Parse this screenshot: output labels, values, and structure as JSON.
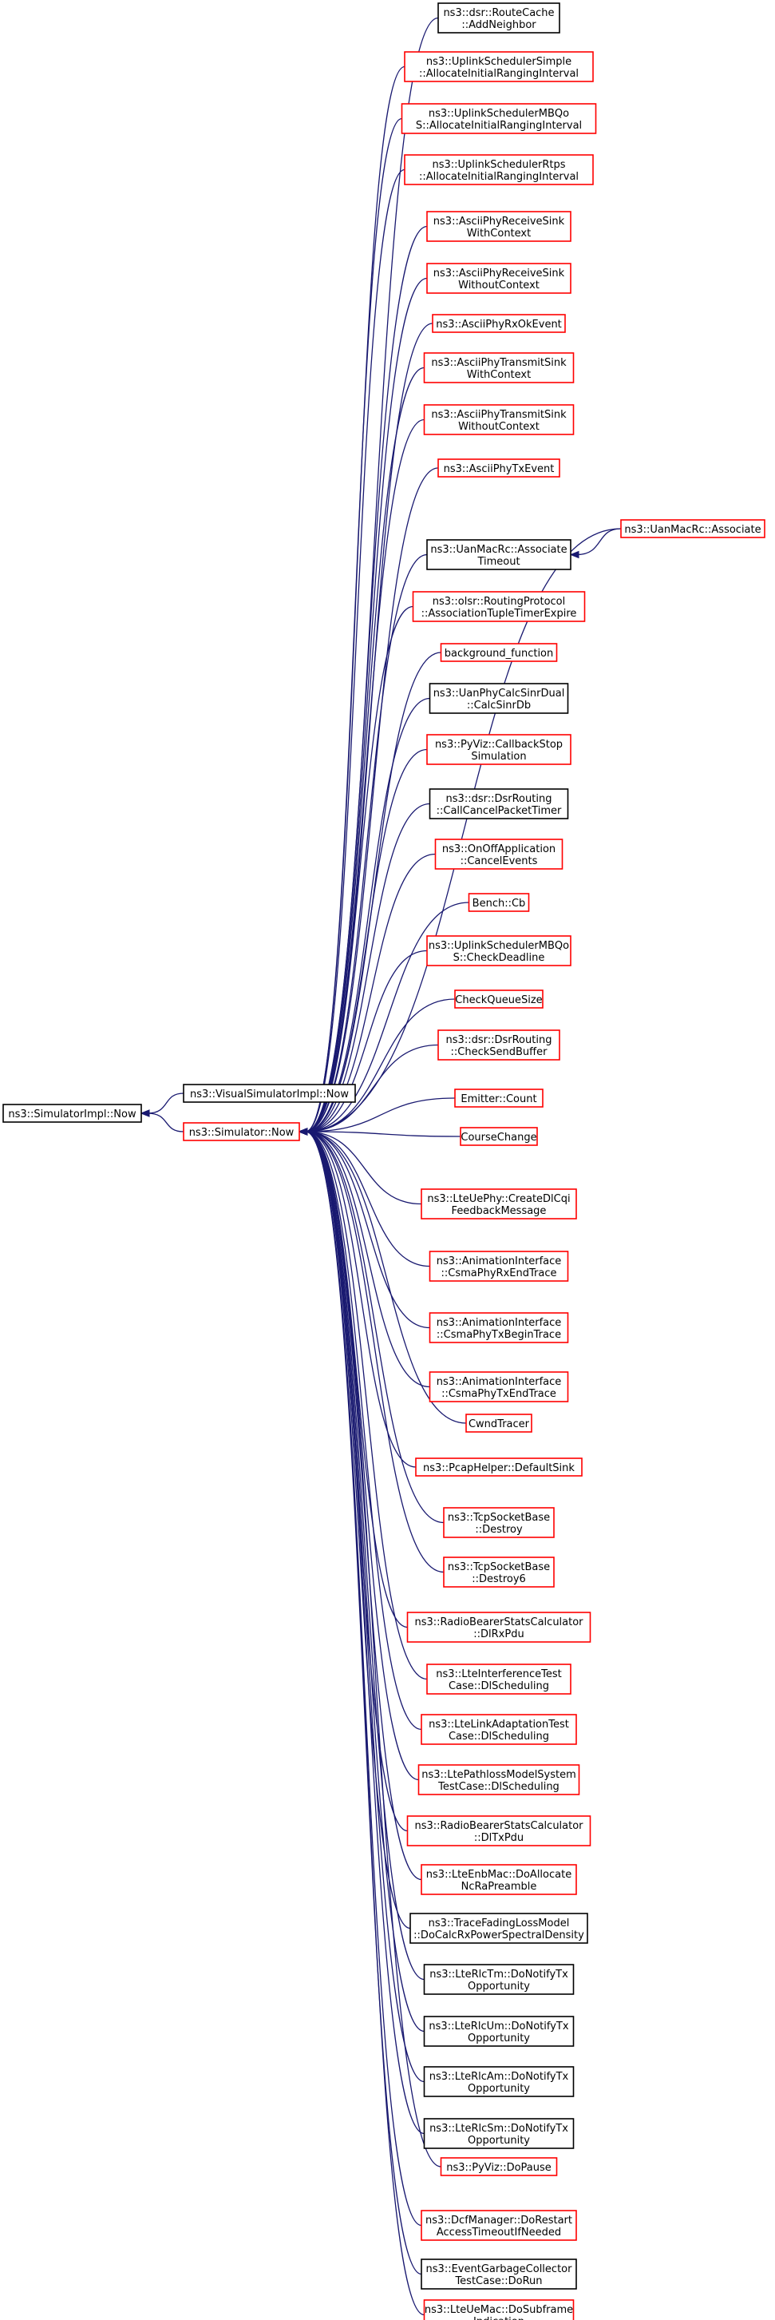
{
  "colors": {
    "edge": "#191970",
    "border_default": "#000000",
    "border_truncated": "#ff0000",
    "root_fill": "#bfbfbf"
  },
  "graph": {
    "root": {
      "id": "root",
      "lines": [
        "ns3::SimulatorImpl::Now"
      ],
      "style": "root"
    },
    "mid": [
      {
        "id": "vsim_now",
        "lines": [
          "ns3::VisualSimulatorImpl::Now"
        ],
        "style": "default"
      },
      {
        "id": "sim_now",
        "lines": [
          "ns3::Simulator::Now"
        ],
        "style": "truncated"
      }
    ],
    "callers": [
      {
        "id": "n0",
        "lines": [
          "ns3::dsr::RouteCache",
          "::AddNeighbor"
        ],
        "style": "default"
      },
      {
        "id": "n1",
        "lines": [
          "ns3::UplinkSchedulerSimple",
          "::AllocateInitialRangingInterval"
        ],
        "style": "truncated"
      },
      {
        "id": "n2",
        "lines": [
          "ns3::UplinkSchedulerMBQo",
          "S::AllocateInitialRangingInterval"
        ],
        "style": "truncated"
      },
      {
        "id": "n3",
        "lines": [
          "ns3::UplinkSchedulerRtps",
          "::AllocateInitialRangingInterval"
        ],
        "style": "truncated"
      },
      {
        "id": "n4",
        "lines": [
          "ns3::AsciiPhyReceiveSink",
          "WithContext"
        ],
        "style": "truncated"
      },
      {
        "id": "n5",
        "lines": [
          "ns3::AsciiPhyReceiveSink",
          "WithoutContext"
        ],
        "style": "truncated"
      },
      {
        "id": "n6",
        "lines": [
          "ns3::AsciiPhyRxOkEvent"
        ],
        "style": "truncated"
      },
      {
        "id": "n7",
        "lines": [
          "ns3::AsciiPhyTransmitSink",
          "WithContext"
        ],
        "style": "truncated"
      },
      {
        "id": "n8",
        "lines": [
          "ns3::AsciiPhyTransmitSink",
          "WithoutContext"
        ],
        "style": "truncated"
      },
      {
        "id": "n9",
        "lines": [
          "ns3::AsciiPhyTxEvent"
        ],
        "style": "truncated"
      },
      {
        "id": "n10",
        "lines": [
          "ns3::UanMacRc::Associate",
          "Timeout"
        ],
        "style": "default"
      },
      {
        "id": "n11",
        "lines": [
          "ns3::olsr::RoutingProtocol",
          "::AssociationTupleTimerExpire"
        ],
        "style": "truncated"
      },
      {
        "id": "n12",
        "lines": [
          "background_function"
        ],
        "style": "truncated"
      },
      {
        "id": "n13",
        "lines": [
          "ns3::UanPhyCalcSinrDual",
          "::CalcSinrDb"
        ],
        "style": "default"
      },
      {
        "id": "n14",
        "lines": [
          "ns3::PyViz::CallbackStop",
          "Simulation"
        ],
        "style": "truncated"
      },
      {
        "id": "n15",
        "lines": [
          "ns3::dsr::DsrRouting",
          "::CallCancelPacketTimer"
        ],
        "style": "default"
      },
      {
        "id": "n16",
        "lines": [
          "ns3::OnOffApplication",
          "::CancelEvents"
        ],
        "style": "truncated"
      },
      {
        "id": "n17",
        "lines": [
          "Bench::Cb"
        ],
        "style": "truncated"
      },
      {
        "id": "n18",
        "lines": [
          "ns3::UplinkSchedulerMBQo",
          "S::CheckDeadline"
        ],
        "style": "truncated"
      },
      {
        "id": "n19",
        "lines": [
          "CheckQueueSize"
        ],
        "style": "truncated"
      },
      {
        "id": "n20",
        "lines": [
          "ns3::dsr::DsrRouting",
          "::CheckSendBuffer"
        ],
        "style": "truncated"
      },
      {
        "id": "n21",
        "lines": [
          "Emitter::Count"
        ],
        "style": "truncated"
      },
      {
        "id": "n22",
        "lines": [
          "CourseChange"
        ],
        "style": "truncated"
      },
      {
        "id": "n23",
        "lines": [
          "ns3::LteUePhy::CreateDlCqi",
          "FeedbackMessage"
        ],
        "style": "truncated"
      },
      {
        "id": "n24",
        "lines": [
          "ns3::AnimationInterface",
          "::CsmaPhyRxEndTrace"
        ],
        "style": "truncated"
      },
      {
        "id": "n25",
        "lines": [
          "ns3::AnimationInterface",
          "::CsmaPhyTxBeginTrace"
        ],
        "style": "truncated"
      },
      {
        "id": "n26",
        "lines": [
          "ns3::AnimationInterface",
          "::CsmaPhyTxEndTrace"
        ],
        "style": "truncated"
      },
      {
        "id": "n27",
        "lines": [
          "CwndTracer"
        ],
        "style": "truncated"
      },
      {
        "id": "n28",
        "lines": [
          "ns3::PcapHelper::DefaultSink"
        ],
        "style": "truncated"
      },
      {
        "id": "n29",
        "lines": [
          "ns3::TcpSocketBase",
          "::Destroy"
        ],
        "style": "truncated"
      },
      {
        "id": "n30",
        "lines": [
          "ns3::TcpSocketBase",
          "::Destroy6"
        ],
        "style": "truncated"
      },
      {
        "id": "n31",
        "lines": [
          "ns3::RadioBearerStatsCalculator",
          "::DlRxPdu"
        ],
        "style": "truncated"
      },
      {
        "id": "n32",
        "lines": [
          "ns3::LteInterferenceTest",
          "Case::DlScheduling"
        ],
        "style": "truncated"
      },
      {
        "id": "n33",
        "lines": [
          "ns3::LteLinkAdaptationTest",
          "Case::DlScheduling"
        ],
        "style": "truncated"
      },
      {
        "id": "n34",
        "lines": [
          "ns3::LtePathlossModelSystem",
          "TestCase::DlScheduling"
        ],
        "style": "truncated"
      },
      {
        "id": "n35",
        "lines": [
          "ns3::RadioBearerStatsCalculator",
          "::DlTxPdu"
        ],
        "style": "truncated"
      },
      {
        "id": "n36",
        "lines": [
          "ns3::LteEnbMac::DoAllocate",
          "NcRaPreamble"
        ],
        "style": "truncated"
      },
      {
        "id": "n37",
        "lines": [
          "ns3::TraceFadingLossModel",
          "::DoCalcRxPowerSpectralDensity"
        ],
        "style": "default"
      },
      {
        "id": "n38",
        "lines": [
          "ns3::LteRlcTm::DoNotifyTx",
          "Opportunity"
        ],
        "style": "default"
      },
      {
        "id": "n39",
        "lines": [
          "ns3::LteRlcUm::DoNotifyTx",
          "Opportunity"
        ],
        "style": "default"
      },
      {
        "id": "n40",
        "lines": [
          "ns3::LteRlcAm::DoNotifyTx",
          "Opportunity"
        ],
        "style": "default"
      },
      {
        "id": "n41",
        "lines": [
          "ns3::LteRlcSm::DoNotifyTx",
          "Opportunity"
        ],
        "style": "default"
      },
      {
        "id": "n42",
        "lines": [
          "ns3::PyViz::DoPause"
        ],
        "style": "truncated"
      },
      {
        "id": "n43",
        "lines": [
          "ns3::DcfManager::DoRestart",
          "AccessTimeoutIfNeeded"
        ],
        "style": "truncated"
      },
      {
        "id": "n44",
        "lines": [
          "ns3::EventGarbageCollector",
          "TestCase::DoRun"
        ],
        "style": "default"
      },
      {
        "id": "n45",
        "lines": [
          "ns3::LteUeMac::DoSubframe",
          "Indication"
        ],
        "style": "truncated"
      }
    ],
    "extra": [
      {
        "id": "uan_assoc",
        "lines": [
          "ns3::UanMacRc::Associate"
        ],
        "style": "truncated"
      }
    ]
  }
}
